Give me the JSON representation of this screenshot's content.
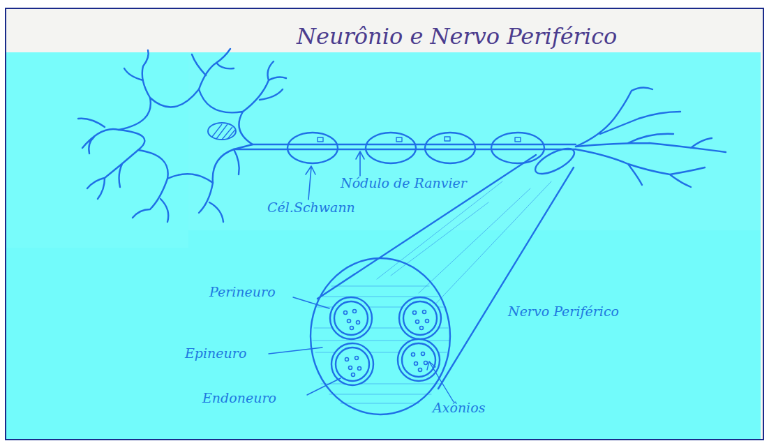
{
  "diagram": {
    "title": "Neurônio e Nervo Periférico",
    "labels": [
      "Nódulo de Ranvier",
      "Cél.Schwann",
      "Perineuro",
      "Nervo Periférico",
      "Epineuro",
      "Endoneuro",
      "Axônios"
    ]
  }
}
